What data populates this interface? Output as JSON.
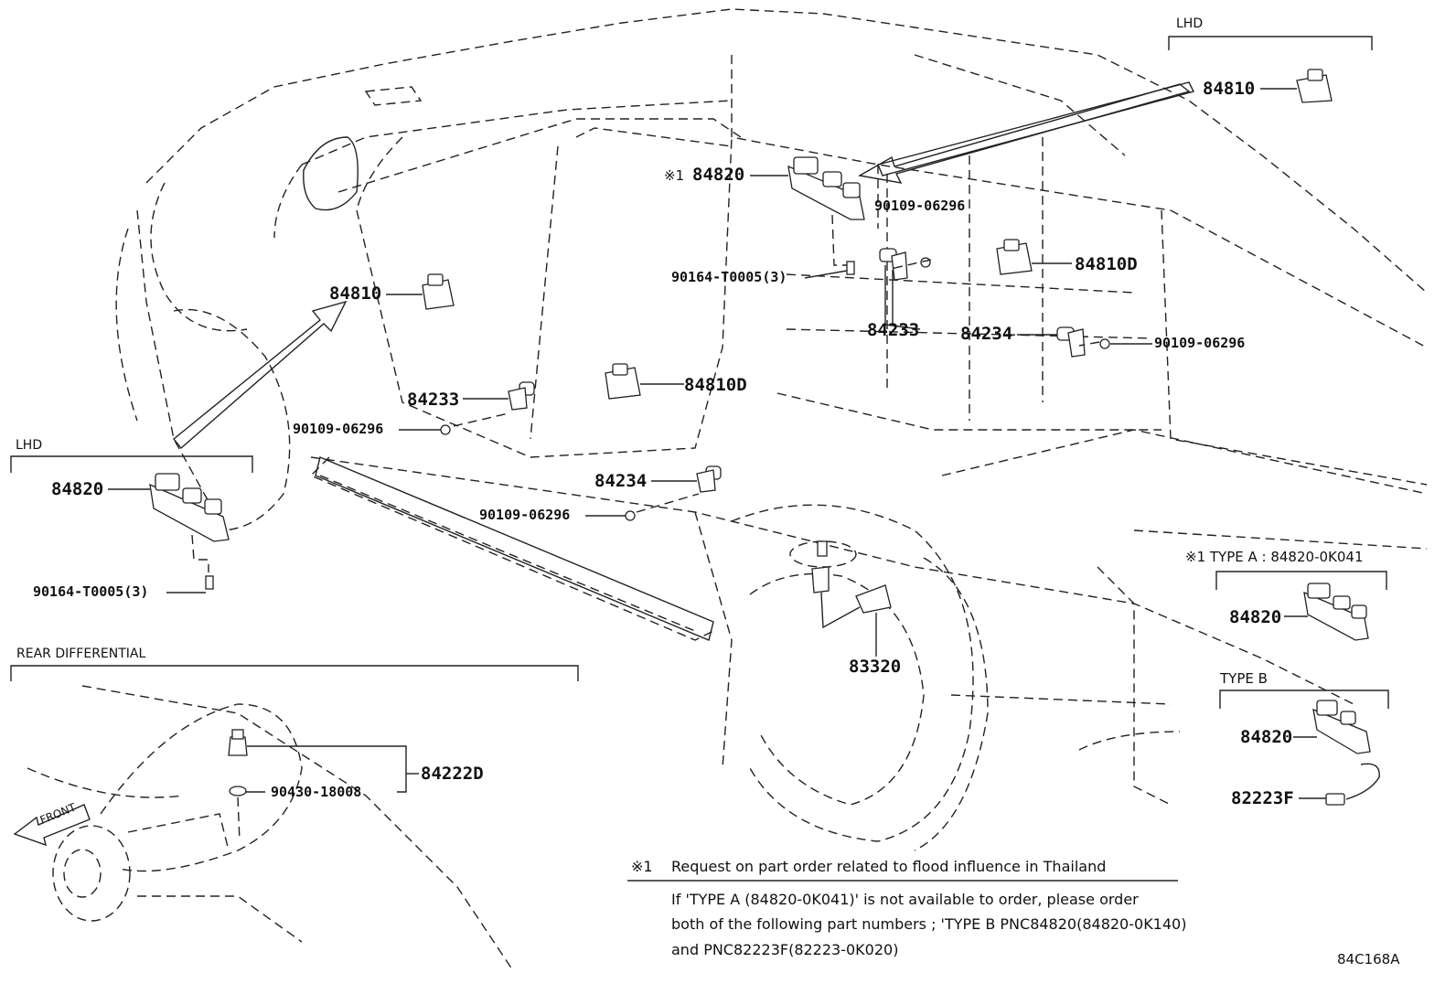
{
  "labels": {
    "top_lhd_group": "LHD",
    "top_lhd_84810": "84810",
    "side_84820": "84820",
    "side_84820_mark": "※1",
    "bolt_a": "90109-06296",
    "screw_top": "90164-T0005(3)",
    "sw_84810": "84810",
    "sw_84810d_right": "84810D",
    "sw_84233_right": "84233",
    "sw_84234_right": "84234",
    "bolt_b": "90109-06296",
    "sw_84233_left": "84233",
    "bolt_c": "90109-06296",
    "sw_84810d_left": "84810D",
    "sw_84234_left": "84234",
    "bolt_d": "90109-06296",
    "left_lhd_group": "LHD",
    "left_84820": "84820",
    "left_screw": "90164-T0005(3)",
    "sensor_83320": "83320",
    "rear_diff_group": "REAR DIFFERENTIAL",
    "diff_84222d": "84222D",
    "diff_oring": "90430-18008",
    "front_arrow": "FRONT",
    "type_a_header": "※1 TYPE A : 84820-0K041",
    "type_a_84820": "84820",
    "type_b_header": "TYPE B",
    "type_b_84820": "84820",
    "type_b_82223f": "82223F",
    "diagram_code": "84C168A"
  },
  "note": {
    "mark": "※1",
    "title": "Request on part order related to flood influence in Thailand",
    "line1": "If  'TYPE A (84820-0K041)'  is not available to order, please order",
    "line2": "both of the following part numbers ; 'TYPE B PNC84820(84820-0K140)",
    "line3": "and PNC82223F(82223-0K020)"
  }
}
